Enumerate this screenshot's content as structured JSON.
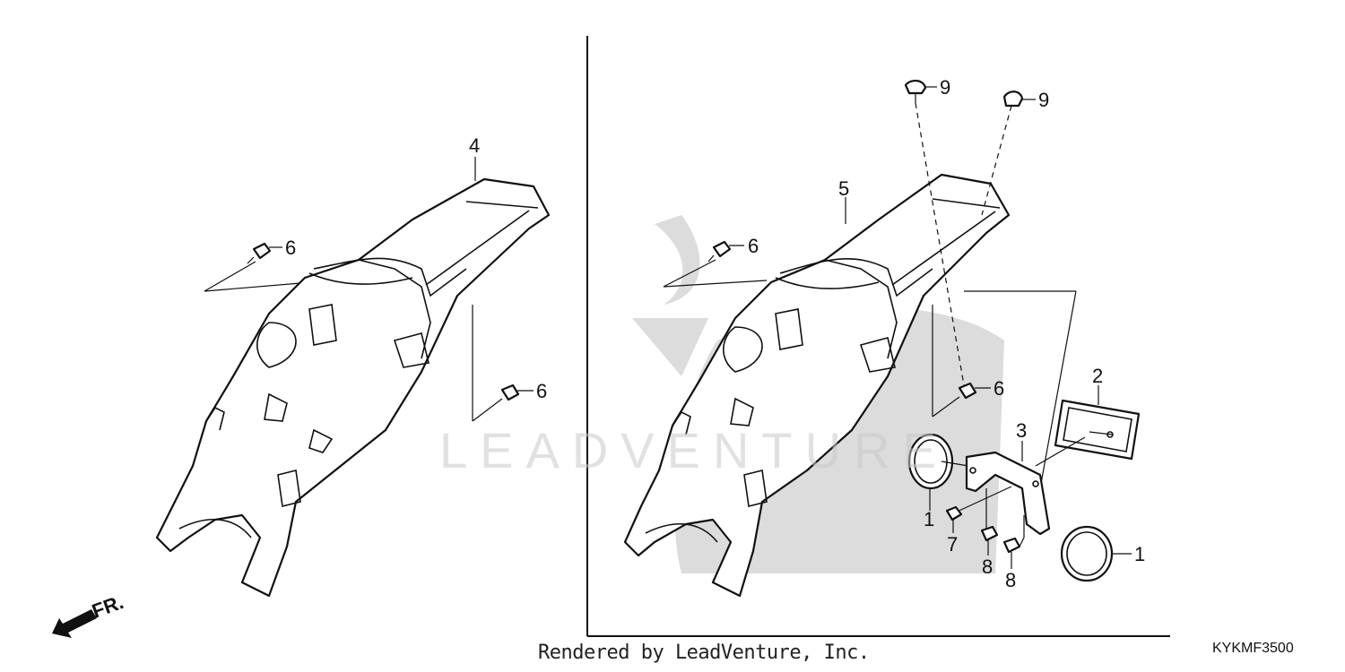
{
  "diagram": {
    "callouts": {
      "left_fender": "4",
      "right_fender": "5",
      "left_bolt_top": "6",
      "left_bolt_side": "6",
      "right_bolt_top": "6",
      "right_bolt_lower": "6",
      "screw_a": "9",
      "screw_b": "9",
      "reflector": "2",
      "bracket": "3",
      "grommet_left": "1",
      "cap_right": "1",
      "nut_7": "7",
      "nut_8a": "8",
      "nut_8b": "8"
    },
    "front_direction_label": "FR.",
    "watermark": "LEADVENTURE",
    "credit": "Rendered by LeadVenture, Inc.",
    "diagram_code": "KYKMF3500"
  }
}
